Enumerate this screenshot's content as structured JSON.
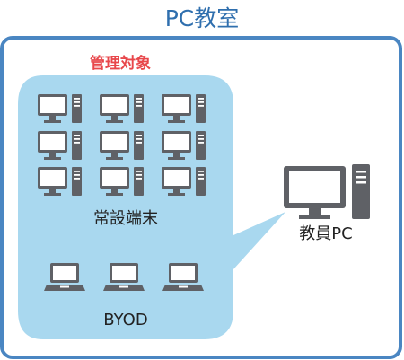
{
  "title": "PC教室",
  "group_label": "管理対象",
  "fixed_label": "常設端末",
  "byod_label": "BYOD",
  "teacher_label": "教員PC",
  "colors": {
    "title": "#2f6fae",
    "frame": "#4a86c2",
    "group_fill": "#a9d8ef",
    "group_label": "#e8474b",
    "device": "#5f6166",
    "screen": "#ffffff"
  }
}
